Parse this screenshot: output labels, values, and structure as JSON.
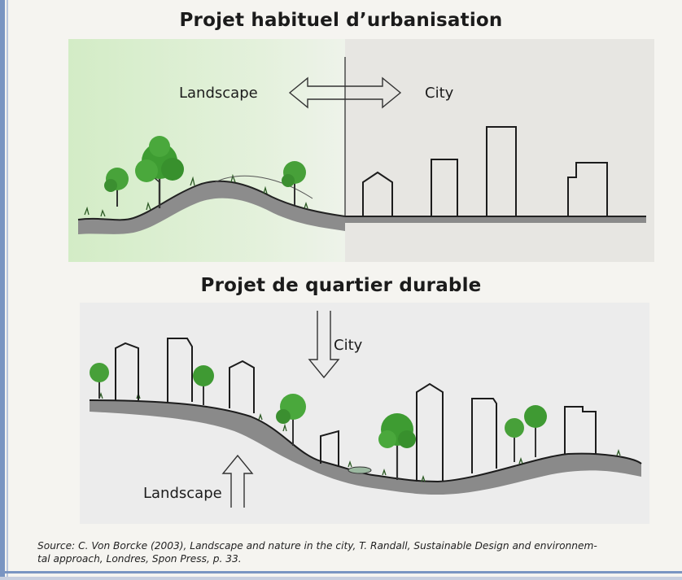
{
  "diagram1": {
    "title": "Projet habituel d’urbanisation",
    "label_landscape": "Landscape",
    "label_city": "City"
  },
  "diagram2": {
    "title": "Projet de quartier durable",
    "label_city": "City",
    "label_landscape": "Landscape"
  },
  "source": {
    "text": "Source: C. Von Borcke (2003), Landscape and nature in the city, T. Randall, Sustainable Design and environnem-\ntal approach, Londres, Spon Press, p. 33."
  },
  "colors": {
    "landscape_tint": "#dcefd2",
    "city_tint": "#e6e5e1",
    "tree_green": "#3f9a33",
    "ground_gray": "#8a8a8a",
    "frame_blue": "#7a95c2"
  }
}
